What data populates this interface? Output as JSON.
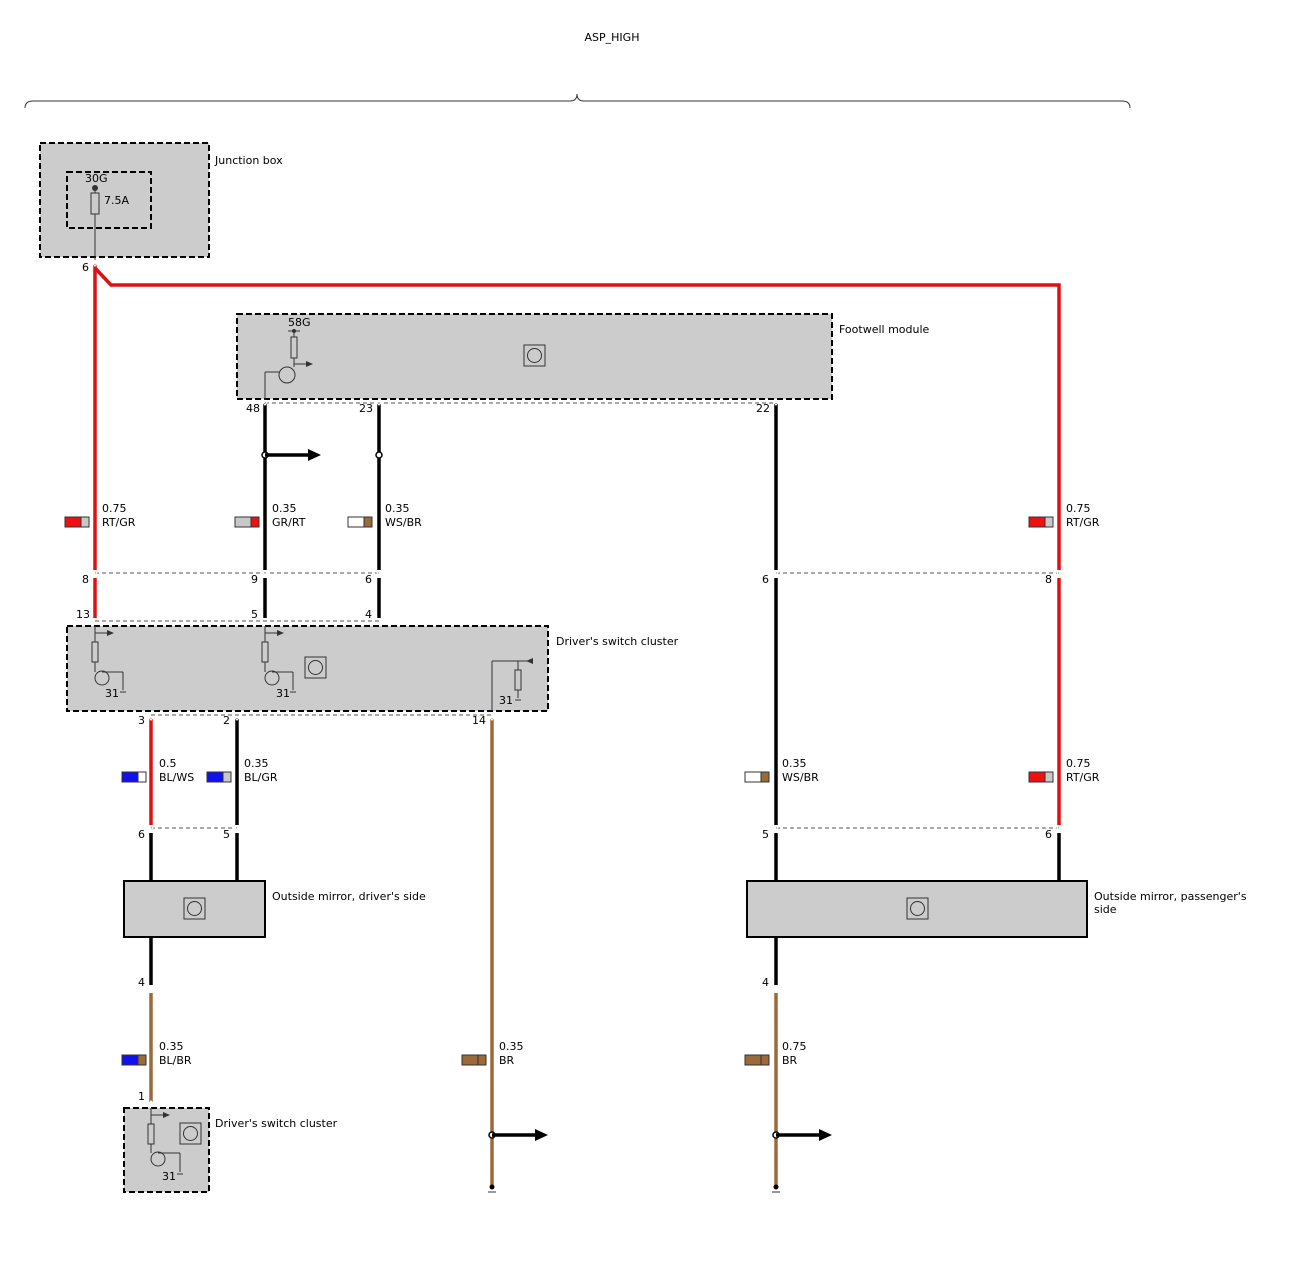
{
  "title": "ASP_HIGH",
  "components": {
    "junction_box": "Junction box",
    "footwell_module": "Footwell module",
    "drivers_switch_cluster": "Driver's switch cluster",
    "mirror_driver": "Outside mirror, driver's side",
    "mirror_passenger_line1": "Outside mirror, passenger's",
    "mirror_passenger_line2": "side",
    "drivers_switch_cluster_2": "Driver's switch cluster"
  },
  "fuse": {
    "terminal": "30G",
    "rating": "7.5A"
  },
  "footwell_terminal": "58G",
  "ground_labels": {
    "g1": "31",
    "g2": "31",
    "g3": "31",
    "g4": "31"
  },
  "pins": {
    "jb6": "6",
    "fm48": "48",
    "fm23": "23",
    "fm22": "22",
    "c8a": "8",
    "c9": "9",
    "c6a": "6",
    "c6b": "6",
    "c8b": "8",
    "dsc13": "13",
    "dsc5": "5",
    "dsc4": "4",
    "dsc3": "3",
    "dsc2": "2",
    "dsc14": "14",
    "md6": "6",
    "md5": "5",
    "mp5": "5",
    "mp6": "6",
    "md4": "4",
    "mp4": "4",
    "dsc2_1": "1"
  },
  "wires": [
    {
      "id": "w1",
      "size": "0.75",
      "color": "RT/GR",
      "swatch": [
        "#ee1111",
        "#c8c8c8"
      ]
    },
    {
      "id": "w2",
      "size": "0.35",
      "color": "GR/RT",
      "swatch": [
        "#c8c8c8",
        "#ee1111"
      ]
    },
    {
      "id": "w3",
      "size": "0.35",
      "color": "WS/BR",
      "swatch": [
        "#ffffff",
        "#9a6a3a"
      ]
    },
    {
      "id": "w4",
      "size": "0.75",
      "color": "RT/GR",
      "swatch": [
        "#ee1111",
        "#c8c8c8"
      ]
    },
    {
      "id": "w5",
      "size": "0.5",
      "color": "BL/WS",
      "swatch": [
        "#1111ee",
        "#ffffff"
      ]
    },
    {
      "id": "w6",
      "size": "0.35",
      "color": "BL/GR",
      "swatch": [
        "#1111ee",
        "#c8c8c8"
      ]
    },
    {
      "id": "w7",
      "size": "0.35",
      "color": "WS/BR",
      "swatch": [
        "#ffffff",
        "#9a6a3a"
      ]
    },
    {
      "id": "w8",
      "size": "0.75",
      "color": "RT/GR",
      "swatch": [
        "#ee1111",
        "#c8c8c8"
      ]
    },
    {
      "id": "w9",
      "size": "0.35",
      "color": "BL/BR",
      "swatch": [
        "#1111ee",
        "#9a6a3a"
      ]
    },
    {
      "id": "w10",
      "size": "0.35",
      "color": "BR",
      "swatch": [
        "#9a6a3a",
        "#9a6a3a"
      ]
    },
    {
      "id": "w11",
      "size": "0.75",
      "color": "BR",
      "swatch": [
        "#9a6a3a",
        "#9a6a3a"
      ]
    }
  ],
  "colors": {
    "red_wire": "#dd1111",
    "black_wire": "#000000",
    "brown_wire": "#9a6a3a",
    "module_fill": "#cccccc"
  }
}
